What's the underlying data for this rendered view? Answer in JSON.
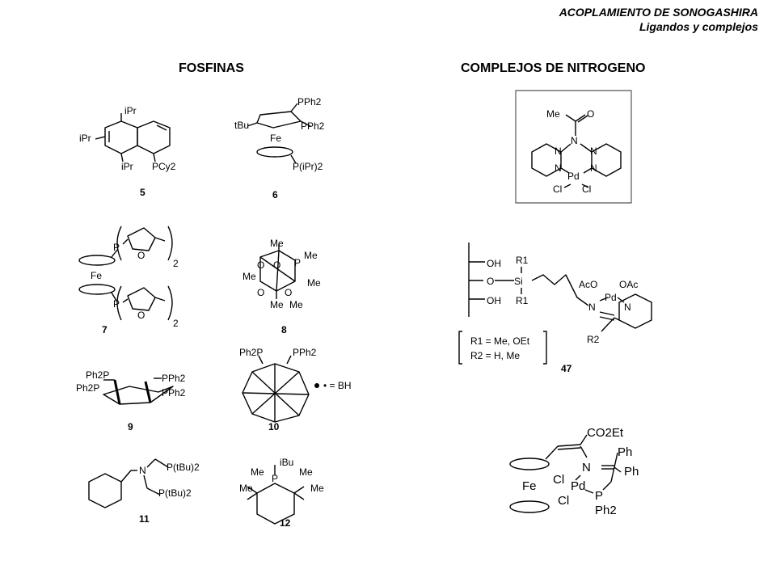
{
  "header": {
    "line1": "ACOPLAMIENTO DE SONOGASHIRA",
    "line2": "Ligandos y complejos"
  },
  "columns": {
    "left": "FOSFINAS",
    "right": "COMPLEJOS DE NITROGENO"
  },
  "compounds": {
    "c5": {
      "number": "5",
      "labels": [
        "iPr",
        "iPr",
        "iPr",
        "PCy2"
      ]
    },
    "c6": {
      "number": "6",
      "labels": [
        "PPh2",
        "tBu",
        "PPh2",
        "Fe",
        "P(iPr)2"
      ]
    },
    "c7": {
      "number": "7",
      "labels": [
        "P",
        "O",
        "2",
        "Fe",
        "P",
        "O",
        "2"
      ]
    },
    "c8": {
      "number": "8",
      "labels": [
        "Me",
        "P",
        "Me",
        "Me",
        "Me",
        "O",
        "O",
        "O",
        "O",
        "Me",
        "Me"
      ]
    },
    "c9": {
      "number": "9",
      "labels": [
        "Ph2P",
        "PPh2",
        "Ph2P",
        "PPh2"
      ]
    },
    "c10": {
      "number": "10",
      "labels": [
        "Ph2P",
        "PPh2",
        "• = BH"
      ]
    },
    "c11": {
      "number": "11",
      "labels": [
        "N",
        "P(tBu)2",
        "P(tBu)2"
      ]
    },
    "c12": {
      "number": "12",
      "labels": [
        "iBu",
        "Me",
        "Me",
        "Me",
        "Me",
        "P"
      ]
    },
    "cbox": {
      "labels": [
        "Me",
        "O",
        "N",
        "N",
        "N",
        "N",
        "N",
        "Pd",
        "Cl",
        "Cl"
      ]
    },
    "c47": {
      "number": "47",
      "labels": [
        "OH",
        "O",
        "OH",
        "R1",
        "Si",
        "R1",
        "AcO",
        "OAc",
        "Pd",
        "N",
        "N",
        "R2",
        "R1 = Me, OEt",
        "R2 = H, Me"
      ]
    },
    "cfe": {
      "labels": [
        "CO2Et",
        "Ph",
        "N",
        "Ph",
        "Cl",
        "Pd",
        "Cl",
        "P",
        "Ph2",
        "Fe"
      ]
    }
  }
}
